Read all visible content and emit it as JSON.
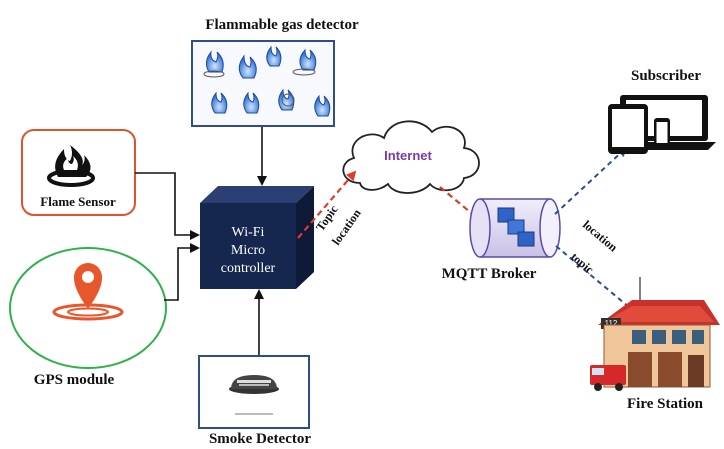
{
  "labels": {
    "gas_detector": "Flammable gas detector",
    "flame_sensor": "Flame Sensor",
    "gps_module": "GPS module",
    "smoke_detector": "Smoke Detector",
    "micro_line1": "Wi-Fi",
    "micro_line2": "Micro",
    "micro_line3": "controller",
    "internet": "Internet",
    "topic_1": "Topic",
    "location_1": "location",
    "mqtt_broker": "MQTT Broker",
    "subscriber": "Subscriber",
    "location_2": "location",
    "topic_2": "topic",
    "fire_station": "Fire Station",
    "station_number": "112"
  },
  "colors": {
    "flame_sensor_border": "#e0522f",
    "flame_sensor_text": "#b7461f",
    "gps_border": "#2fb24a",
    "gps_pin": "#e8562c",
    "gas_box_border": "#2e4d8a",
    "smoke_box_border": "#2e4d8a",
    "micro_box": "#16274f",
    "micro_text": "#ffffff",
    "internet_text": "#7a3aa6",
    "red_arrow": "#e03a2a",
    "blue_arrow": "#2a4d96",
    "broker_fill": "#d9d4ef",
    "broker_cube": "#2f63c6"
  },
  "icons": {
    "gas_detector": "flame-icons",
    "flame_sensor": "flame-icon",
    "gps_module": "location-pin-icon",
    "smoke_detector": "smoke-alarm-icon",
    "subscriber": "devices-icon",
    "fire_station": "fire-station-icon",
    "internet": "cloud-icon"
  }
}
